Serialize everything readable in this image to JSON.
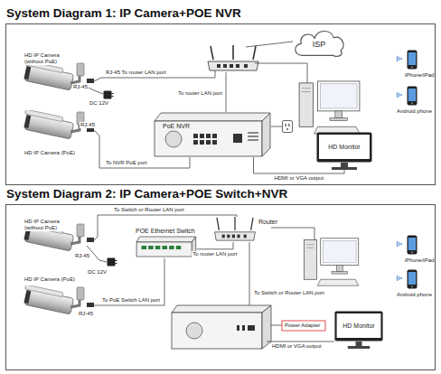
{
  "diagram": {
    "nodes": [
      {
        "text": [
          "System Diagram 1: IP Camera+POE NVR"
        ]
      },
      {
        "text": [
          "ISP"
        ],
        "in": 0
      },
      {
        "text": [
          "PoE NVR"
        ],
        "in": 0
      },
      {
        "text": [
          "HD Monitor"
        ],
        "in": 0
      },
      {
        "text": [
          "System Diagram 2: IP Camera+POE Switch+NVR"
        ]
      },
      {
        "text": [
          "POE Ethernet Switch"
        ],
        "in": 4
      },
      {
        "text": [
          "Router"
        ],
        "in": 4
      },
      {
        "text": [
          "HD Monitor"
        ],
        "in": 4
      }
    ],
    "edges": [
      {
        "from": 2,
        "to": 3,
        "label": "HDMI or VGA output",
        "arrow": "none"
      },
      {
        "from": 5,
        "to": 6,
        "label": "To router LAN port",
        "arrow": "none"
      }
    ],
    "labels": [
      "HD IP Camera (without PoE)",
      "RJ-45",
      "RJ-45 To router LAN port",
      "DC 12V",
      "RJ-45",
      "HD IP Camera (PoE)",
      "To router LAN port",
      "To NVR PoE port",
      "iPhone/iPad",
      "Android phone",
      "To Switch or Router LAN port",
      "HD IP Camera (without PoE)",
      "RJ-45",
      "DC 12V",
      "HD IP Camera (PoE)",
      "To PoE Switch LAN port",
      "RJ-45",
      "To Switch or Router LAN port",
      "Power Adapter",
      "HDMI or VGA output",
      "iPhone/iPad",
      "Android phone"
    ]
  }
}
